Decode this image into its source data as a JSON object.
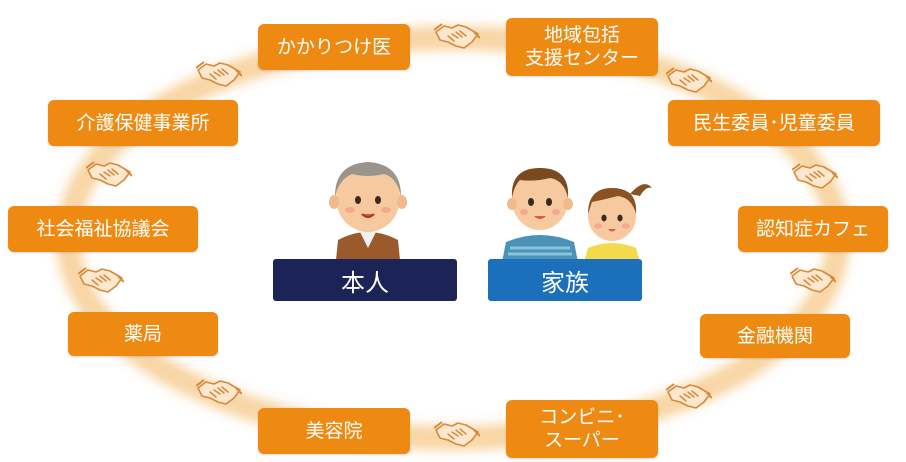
{
  "colors": {
    "node_fill": "#ee8a12",
    "ring_glow": "#f6c98a",
    "self_label_bg": "#1c2357",
    "family_label_bg": "#1b6fbb"
  },
  "center": {
    "self_label": "本人",
    "family_label": "家族"
  },
  "nodes": [
    {
      "label": "かかりつけ医"
    },
    {
      "label": "地域包括\n支援センター"
    },
    {
      "label": "民生委員･児童委員"
    },
    {
      "label": "認知症カフェ"
    },
    {
      "label": "金融機関"
    },
    {
      "label": "コンビニ･\nスーパー"
    },
    {
      "label": "美容院"
    },
    {
      "label": "薬局"
    },
    {
      "label": "社会福祉協議会"
    },
    {
      "label": "介護保健事業所"
    }
  ],
  "connector_icon": "handshake-icon"
}
